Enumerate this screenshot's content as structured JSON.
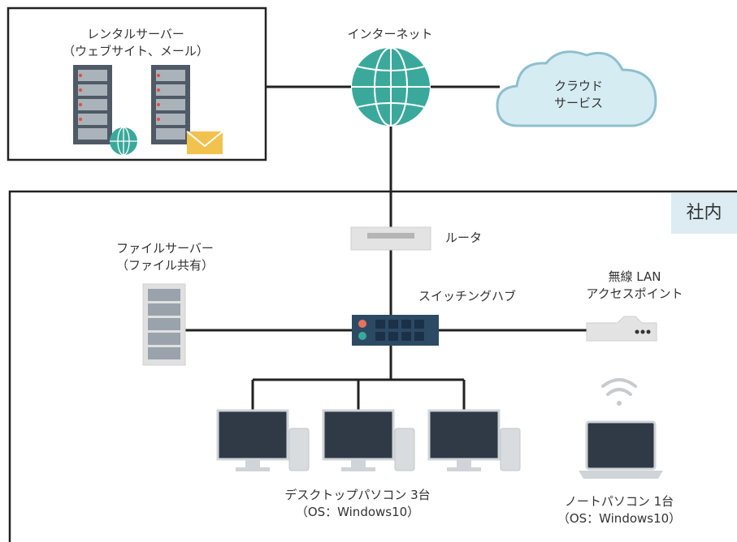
{
  "rental_server": {
    "line1": "レンタルサーバー",
    "line2": "（ウェブサイト、メール）"
  },
  "internet": {
    "label": "インターネット"
  },
  "cloud": {
    "line1": "クラウド",
    "line2": "サービス"
  },
  "office": {
    "label": "社内"
  },
  "router": {
    "label": "ルータ"
  },
  "file_server": {
    "line1": "ファイルサーバー",
    "line2": "（ファイル共有）"
  },
  "switching_hub": {
    "label": "スイッチングハブ"
  },
  "wireless_ap": {
    "line1": "無線 LAN",
    "line2": "アクセスポイント"
  },
  "desktops": {
    "line1": "デスクトップパソコン 3台",
    "line2": "（OS：Windows10）"
  },
  "laptop": {
    "line1": "ノートパソコン 1台",
    "line2": "（OS：Windows10）"
  },
  "colors": {
    "globe": "#3aa99b",
    "server": "#4f5a66",
    "server_light": "#dcdcdc",
    "cloud": "#d5ecf2",
    "monitor": "#2f3a46",
    "envelope": "#f2c24f",
    "line": "#222222"
  }
}
